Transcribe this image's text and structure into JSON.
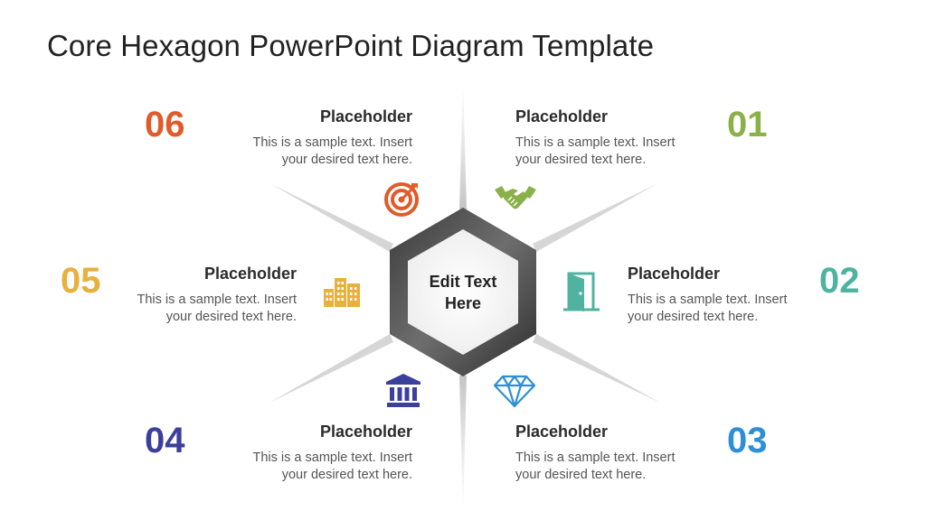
{
  "title": "Core Hexagon PowerPoint Diagram Template",
  "center": {
    "line1": "Edit Text",
    "line2": "Here"
  },
  "colors": {
    "s01": "#8ab04a",
    "s02": "#4fb3a0",
    "s03": "#2f8fd6",
    "s04": "#3c3f9c",
    "s05": "#e8b03e",
    "s06": "#e05a2a"
  },
  "items": [
    {
      "number": "01",
      "heading": "Placeholder",
      "text1": "This is a sample text. Insert",
      "text2": "your desired text here.",
      "icon": "handshake-icon"
    },
    {
      "number": "02",
      "heading": "Placeholder",
      "text1": "This is a sample text. Insert",
      "text2": "your desired text here.",
      "icon": "door-icon"
    },
    {
      "number": "03",
      "heading": "Placeholder",
      "text1": "This is a sample text. Insert",
      "text2": "your desired text here.",
      "icon": "diamond-icon"
    },
    {
      "number": "04",
      "heading": "Placeholder",
      "text1": "This is a sample text. Insert",
      "text2": "your desired text here.",
      "icon": "bank-icon"
    },
    {
      "number": "05",
      "heading": "Placeholder",
      "text1": "This is a sample text. Insert",
      "text2": "your desired text here.",
      "icon": "buildings-icon"
    },
    {
      "number": "06",
      "heading": "Placeholder",
      "text1": "This is a sample text. Insert",
      "text2": "your desired text here.",
      "icon": "target-icon"
    }
  ]
}
